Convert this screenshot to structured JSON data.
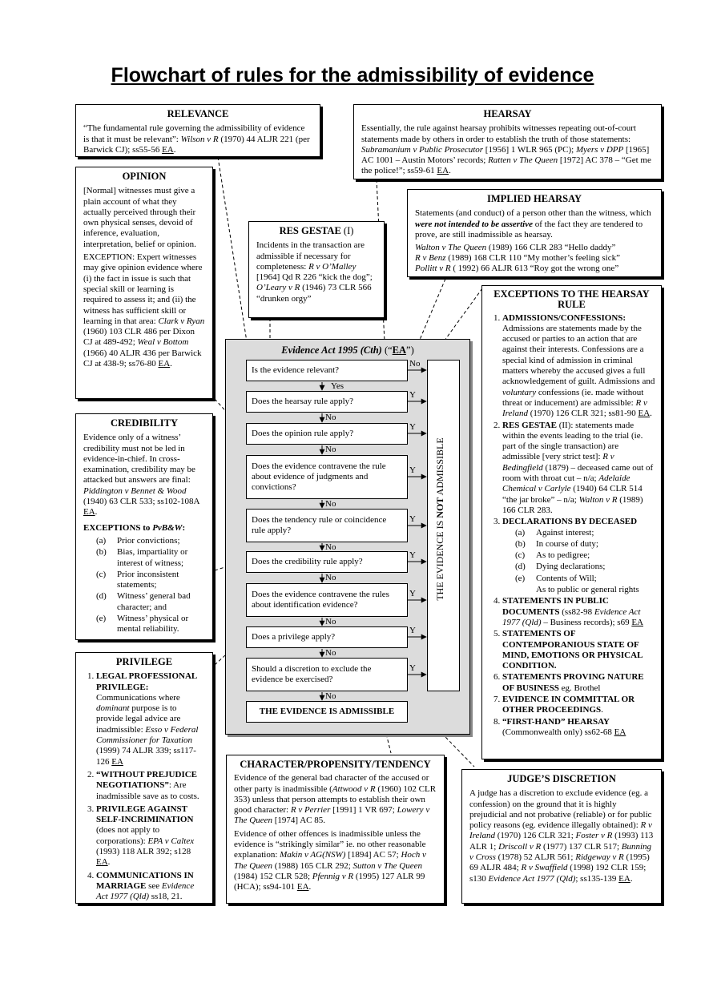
{
  "title": "Flowchart of rules for the admissibility of evidence",
  "relevance": {
    "heading": "RELEVANCE",
    "text1": "“The fundamental rule governing the admissibility of evidence is that it must be relevant”: ",
    "case": "Wilson v R",
    "text2": " (1970) 44 ALJR 221 (per Barwick CJ); ss55-56 ",
    "ea": "EA",
    "text3": "."
  },
  "hearsay": {
    "heading": "HEARSAY",
    "text1": "Essentially, the rule against hearsay prohibits witnesses repeating out-of-court statements made by others in order to establish the truth of those statements: ",
    "case1": "Subramanium v Public Prosecutor",
    "text2": " [1956] 1 WLR 965 (PC); ",
    "case2": "Myers v DPP",
    "text3": " [1965] AC 1001 – Austin Motors’ records; ",
    "case3": "Ratten v The Queen",
    "text4": " [1972] AC 378 – “Get me the police!”;  ss59-61 ",
    "ea": "EA",
    "text5": "."
  },
  "opinion": {
    "heading": "OPINION",
    "para1": "[Normal] witnesses must give a plain account of what they actually perceived through their own physical senses, devoid of inference, evaluation, interpretation, belief or opinion.",
    "text1": "EXCEPTION: Expert witnesses may give opinion evidence where (i) the fact in issue is such that special skill or learning is required to assess it; and (ii) the witness has sufficient skill or learning in that area: ",
    "case1": "Clark v Ryan",
    "text2": " (1960) 103 CLR 486 per Dixon CJ at 489-492; ",
    "case2": "Weal v Bottom",
    "text3": " (1966) 40 ALJR 436 per Barwick CJ at 438-9; ss76-80 ",
    "ea": "EA",
    "text4": "."
  },
  "res_gestae": {
    "heading": "RES GESTAE",
    "heading_suffix": " (I)",
    "text1": "Incidents in the transaction are admissible if necessary for completeness: ",
    "case1": "R v O’Malley",
    "text2": " [1964] Qd R 226 “kick the dog”; ",
    "case2": "O’Leary v R",
    "text3": " (1946) 73 CLR 566 “drunken orgy”"
  },
  "implied_hearsay": {
    "heading": "IMPLIED HEARSAY",
    "text1": "Statements (and conduct) of a person other than the witness, which ",
    "emph": "were not intended to be assertive",
    "text2": " of the fact they are tendered to prove, are still inadmissible as hearsay.",
    "cases": [
      {
        "name": "Walton v The Queen",
        "cite": " (1989) 166 CLR 283 “Hello daddy”"
      },
      {
        "name": "R v Benz",
        "cite": " (1989) 168 CLR 110 “My mother’s feeling sick”"
      },
      {
        "name": "Pollitt v R",
        "cite": " ( 1992)  66 ALJR 613 “Roy got the wrong one”"
      }
    ]
  },
  "exceptions": {
    "heading": "EXCEPTIONS TO THE HEARSAY RULE",
    "i1_head": "ADMISSIONS/CONFESSIONS:",
    "i1_text1": " Admissions are statements made by the accused or parties to an action that are against their interests. Confessions are a special kind of admission in criminal matters whereby the accused gives a full acknowledgement of guilt. Admissions and ",
    "i1_em": "voluntary",
    "i1_text2": " confessions (ie. made without threat or inducement) are admissible: ",
    "i1_case": "R v Ireland",
    "i1_text3": " (1970) 126 CLR 321; ss81-90 ",
    "i2_head": "RES GESTAE",
    "i2_text1": " (II): statements made within the events leading to the trial (ie. part of the single transaction) are admissible [very strict test]: ",
    "i2_case1": "R v Bedingfield",
    "i2_text2": " (1879) – deceased came out of room with throat cut – n/a; ",
    "i2_case2": "Adelaide Chemical v Carlyle",
    "i2_text3": " (1940) 64 CLR 514 “the jar broke” – n/a; ",
    "i2_case3": "Walton v R",
    "i2_text4": " (1989) 166 CLR 283.",
    "i3_head": "DECLARATIONS BY DECEASED",
    "i3_items": [
      {
        "k": "(a)",
        "t": "Against interest;"
      },
      {
        "k": "(b)",
        "t": "In course of duty;"
      },
      {
        "k": "(c)",
        "t": "As to pedigree;"
      },
      {
        "k": "(d)",
        "t": "Dying declarations;"
      },
      {
        "k": "(e)",
        "t": "Contents of Will;"
      },
      {
        "k": "",
        "t": "As to public or general rights"
      }
    ],
    "i4_head": "STATEMENTS IN PUBLIC DOCUMENTS",
    "i4_text1": " (ss82-98 ",
    "i4_em": "Evidence Act 1977 (Qld)",
    "i4_text2": " – Business records); s69 ",
    "i5_head": "STATEMENTS OF CONTEMPORANIOUS STATE OF MIND, EMOTIONS OR PHYSICAL CONDITION.",
    "i6_head": "STATEMENTS PROVING NATURE OF BUSINESS",
    "i6_text": " eg. Brothel",
    "i7_head": "EVIDENCE IN COMMITTAL OR OTHER PROCEEDINGS",
    "i7_text": ".",
    "i8_head": "“FIRST-HAND” HEARSAY",
    "i8_text": " (Commonwealth only) ss62-68 ",
    "ea": "EA"
  },
  "act": {
    "title_italic": "Evidence Act 1995 (Cth)",
    "title_rest": " (“",
    "title_ea": "EA",
    "title_end": "”)",
    "questions": [
      "Is the evidence relevant?",
      "Does the hearsay rule apply?",
      "Does the opinion rule apply?",
      "Does the evidence contravene the rule about evidence of judgments and convictions?",
      "Does the tendency rule or coincidence rule apply?",
      "Does the credibility rule apply?",
      "Does the evidence contravene the rules about identification evidence?",
      "Does a privilege apply?",
      "Should a discretion to exclude the evidence be exercised?"
    ],
    "admissible": "THE EVIDENCE IS ADMISSIBLE",
    "yes_label": "Yes",
    "no_label": "No",
    "y_label": "Y",
    "not_admissible_1": "THE EVIDENCE IS ",
    "not_admissible_2": "NOT",
    "not_admissible_3": " ADMISSIBLE"
  },
  "credibility": {
    "heading": "CREDIBILITY",
    "text1": "Evidence only of a witness’ credibility must not be led in evidence-in-chief. In cross-examination, credibility may be attacked but answers are final: ",
    "case": "Piddington v Bennet & Wood",
    "text2": " (1940) 63 CLR 533; ss102-108A ",
    "ea": "EA",
    "text3": ".",
    "exc_head": "EXCEPTIONS to ",
    "exc_head_em": "PvB&W",
    "exc_head_end": ":",
    "items": [
      {
        "k": "(a)",
        "t": "Prior convictions;"
      },
      {
        "k": "(b)",
        "t": "Bias, impartiality or interest of witness;"
      },
      {
        "k": "(c)",
        "t": "Prior inconsistent statements;"
      },
      {
        "k": "(d)",
        "t": "Witness’ general bad character; and"
      },
      {
        "k": "(e)",
        "t": "Witness’ physical or mental reliability."
      }
    ]
  },
  "privilege": {
    "heading": "PRIVILEGE",
    "i1_head": "LEGAL PROFESSIONAL PRIVILEGE:",
    "i1_text1": " Communications where ",
    "i1_em": "dominant",
    "i1_text2": " purpose is to provide legal advice are inadmissible: ",
    "i1_case": "Esso v Federal Commissioner for Taxation",
    "i1_text3": " (1999) 74 ALJR 339; ss117-126 ",
    "i2_head": "“WITHOUT PREJUDICE NEGOTIATIONS”",
    "i2_text": ": Are inadmissible save as to costs.",
    "i3_head": "PRIVILEGE AGAINST SELF-INCRIMINATION",
    "i3_text1": " (does not apply to corporations): ",
    "i3_case": "EPA v Caltex",
    "i3_text2": " (1993) 118 ALR 392; s128 ",
    "i4_head": "COMMUNICATIONS IN MARRIAGE",
    "i4_text1": " see ",
    "i4_em": "Evidence Act 1977 (Qld)",
    "i4_text2": " ss18, 21.",
    "ea": "EA",
    "dot": "."
  },
  "character": {
    "heading": "CHARACTER/PROPENSITY/TENDENCY",
    "p1_text1": "Evidence of the general bad character of the accused or other party is inadmissible (",
    "p1_case1": "Attwood v R",
    "p1_text2": " (1960) 102 CLR 353) unless that person attempts to establish their own good character: ",
    "p1_case2": "R v Perrier",
    "p1_text3": " [1991] 1 VR 697; ",
    "p1_case3": "Lowery v The Queen",
    "p1_text4": " [1974] AC 85.",
    "p2_text1": "Evidence of other offences is inadmissible unless the evidence is “strikingly similar” ie. no other reasonable explanation: ",
    "p2_case1": "Makin v AG(NSW)",
    "p2_text2": " [1894] AC 57; ",
    "p2_case2": "Hoch v The Queen",
    "p2_text3": " (1988) 165 CLR 292; ",
    "p2_case3": "Sutton v The Queen",
    "p2_text4": " (1984) 152 CLR 528; ",
    "p2_case4": "Pfennig v R",
    "p2_text5": " (1995) 127 ALR 99 (HCA); ss94-101 ",
    "ea": "EA",
    "dot": "."
  },
  "judge": {
    "heading": "JUDGE’S DISCRETION",
    "text1": "A judge has a discretion to exclude evidence (eg. a confession) on the ground that it is highly prejudicial and not probative (reliable) or for public policy reasons (eg. evidence illegally obtained): ",
    "case1": "R v Ireland",
    "text2": " (1970) 126 CLR 321; ",
    "case2": "Foster v R",
    "text3": " (1993) 113 ALR 1; ",
    "case3": "Driscoll v R",
    "text4": " (1977) 137 CLR 517; ",
    "case4": "Bunning v Cross",
    "text5": " (1978) 52 ALJR 561; ",
    "case5": "Ridgeway v R",
    "text6": " (1995) 69 ALJR 484; ",
    "case6": "R v Swaffield",
    "text7": " (1998) 192 CLR 159; s130 ",
    "em": "Evidence Act 1977 (Qld)",
    "text8": "; ss135-139 ",
    "ea": "EA",
    "dot": "."
  }
}
